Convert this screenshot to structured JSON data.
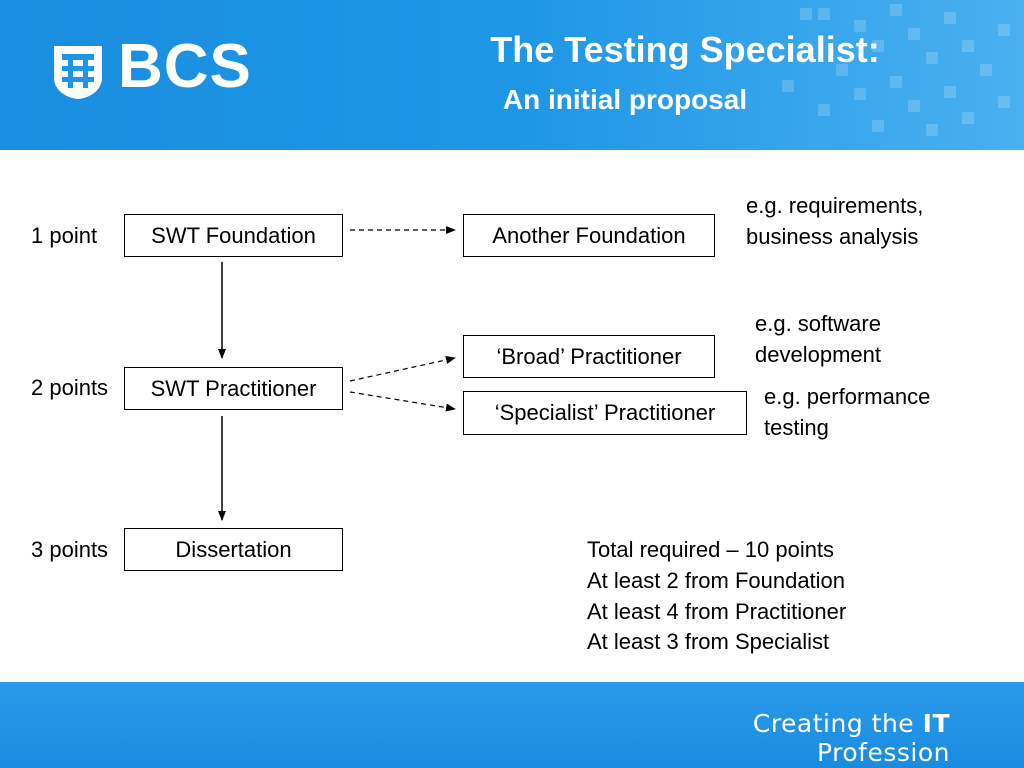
{
  "header": {
    "logo_text": "BCS",
    "title": "The Testing Specialist:",
    "subtitle": "An initial proposal"
  },
  "diagram": {
    "levels": {
      "one": "1 point",
      "two": "2 points",
      "three": "3 points"
    },
    "boxes": {
      "swt_foundation": "SWT Foundation",
      "another_foundation": "Another Foundation",
      "swt_practitioner": "SWT Practitioner",
      "broad_practitioner": "‘Broad’ Practitioner",
      "specialist_practitioner": "‘Specialist’ Practitioner",
      "dissertation": "Dissertation"
    },
    "notes": {
      "foundation_line1": "e.g. requirements,",
      "foundation_line2": "business analysis",
      "broad_line1": "e.g. software",
      "broad_line2": "development",
      "specialist_line1": "e.g. performance",
      "specialist_line2": "testing"
    },
    "requirements": [
      "Total required – 10 points",
      "At least 2 from Foundation",
      "At least 4 from Practitioner",
      "At least 3 from Specialist"
    ]
  },
  "footer": {
    "tagline_pre": "Creating the ",
    "tagline_bold": "IT",
    "tagline_post": " Profession"
  },
  "colors": {
    "brand_blue": "#1e96e6",
    "text": "#000000",
    "on_brand": "#ffffff"
  }
}
